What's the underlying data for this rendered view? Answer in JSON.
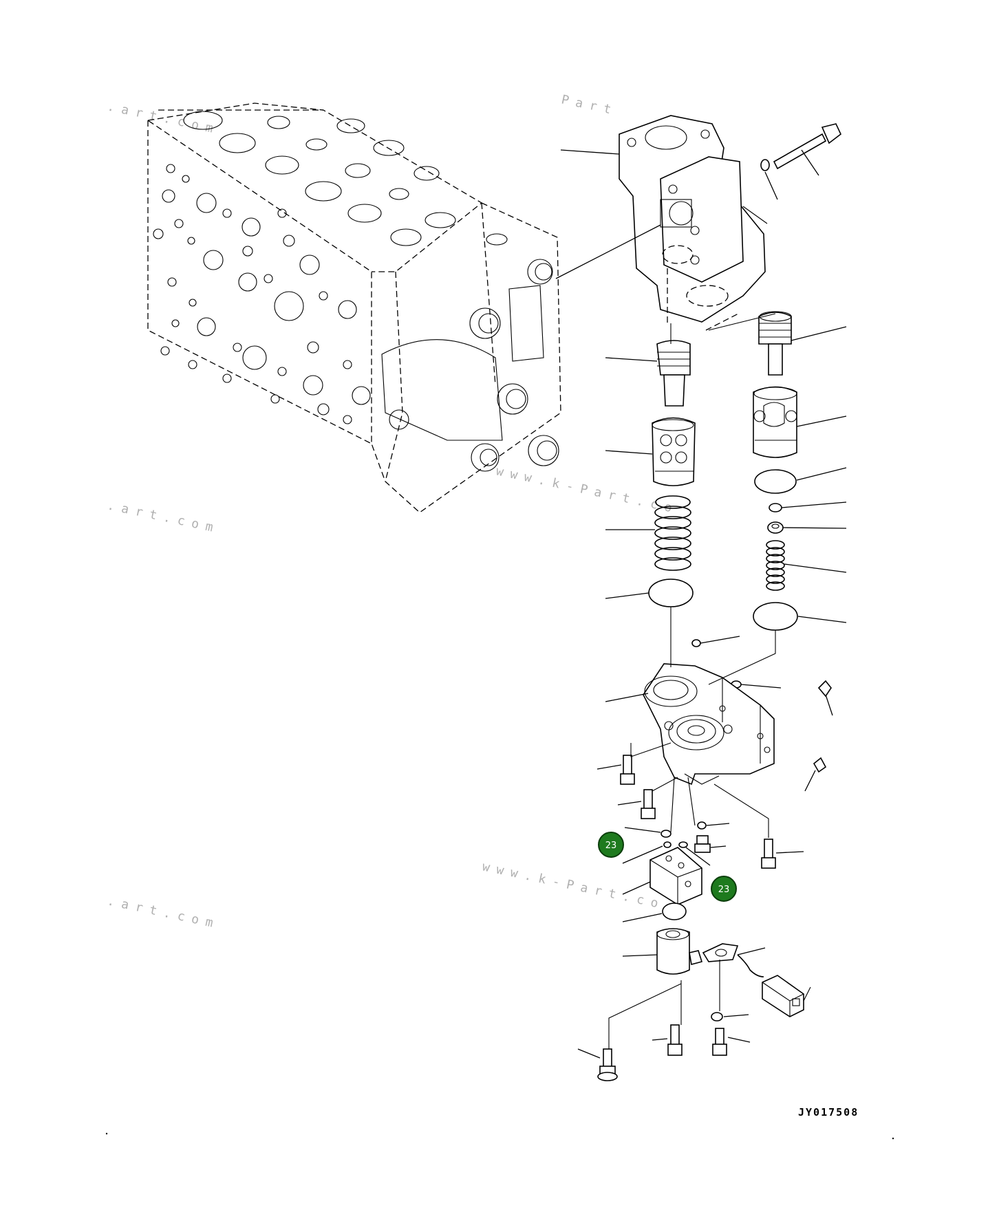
{
  "drawing_code": "JY017508",
  "watermarks": [
    ".art.com",
    "Part",
    "www.k-Part.co",
    ".art.com",
    "www.k-Part.co",
    ".art.com"
  ],
  "callouts": [
    {
      "label": "23"
    },
    {
      "label": "23"
    }
  ]
}
